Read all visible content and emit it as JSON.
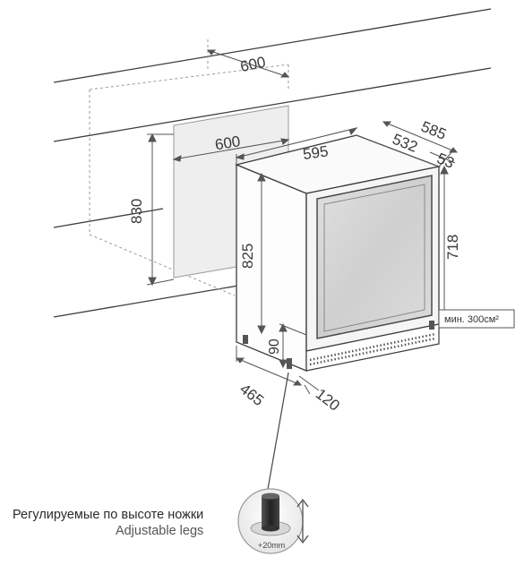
{
  "dimensions": {
    "niche_width_top": "600",
    "niche_width_panel": "600",
    "niche_height": "830",
    "unit_width": "595",
    "unit_depth_total": "585",
    "unit_depth_body": "532",
    "door_depth": "53",
    "unit_height": "825",
    "door_height": "718",
    "plinth_height": "90",
    "door_open_depth": "465",
    "plinth_depth": "120"
  },
  "vent_label": "мин. 300см²",
  "leg_adjustment": "+20mm",
  "caption": {
    "ru": "Регулируемые по высоте ножки",
    "en": "Adjustable legs"
  }
}
